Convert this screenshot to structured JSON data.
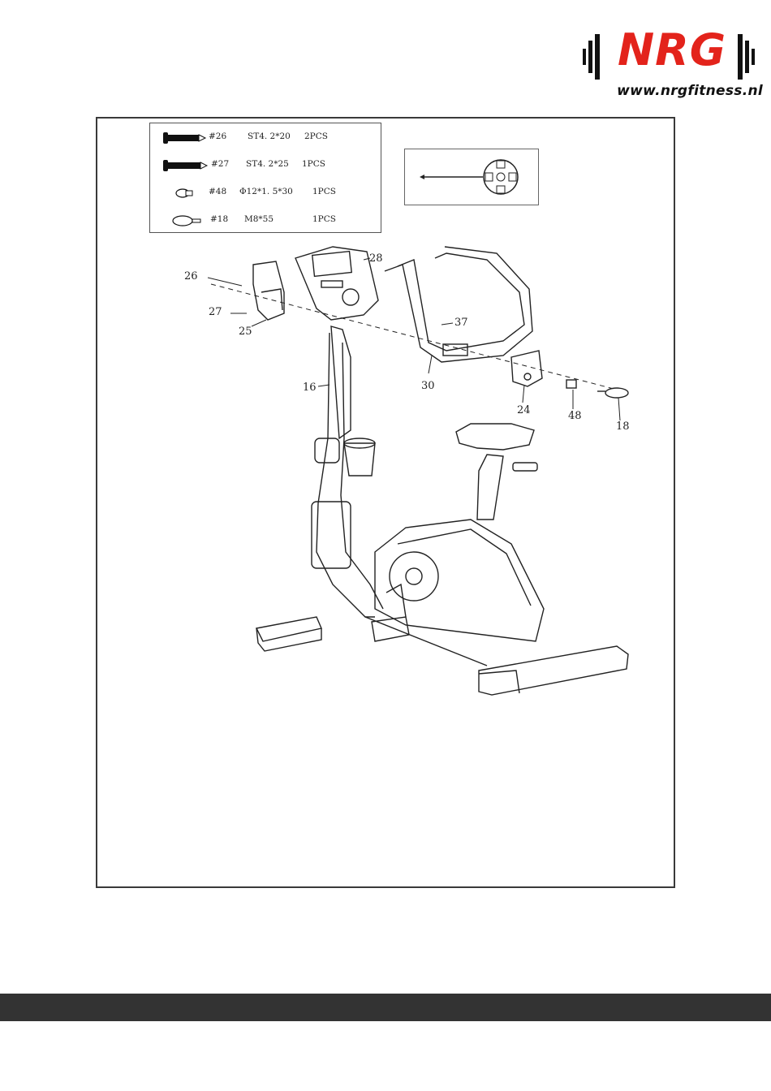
{
  "brand": {
    "logo_text": "NRG",
    "url": "www.nrgfitness.nl",
    "color": "#e3231b"
  },
  "parts_list": [
    {
      "id": "#26",
      "spec": "ST4. 2*20",
      "qty": "2PCS",
      "icon": "screw-icon"
    },
    {
      "id": "#27",
      "spec": "ST4. 2*25",
      "qty": "1PCS",
      "icon": "screw-icon"
    },
    {
      "id": "#48",
      "spec": "Φ12*1. 5*30",
      "qty": "1PCS",
      "icon": "washer-icon"
    },
    {
      "id": "#18",
      "spec": "M8*55",
      "qty": "1PCS",
      "icon": "knob-bolt-icon"
    }
  ],
  "tool": {
    "icon": "wrench-screwdriver-icon"
  },
  "callouts": {
    "c26": "26",
    "c27": "27",
    "c25": "25",
    "c28": "28",
    "c16": "16",
    "c37": "37",
    "c30": "30",
    "c24": "24",
    "c48": "48",
    "c18": "18"
  },
  "footer_color": "#333333"
}
